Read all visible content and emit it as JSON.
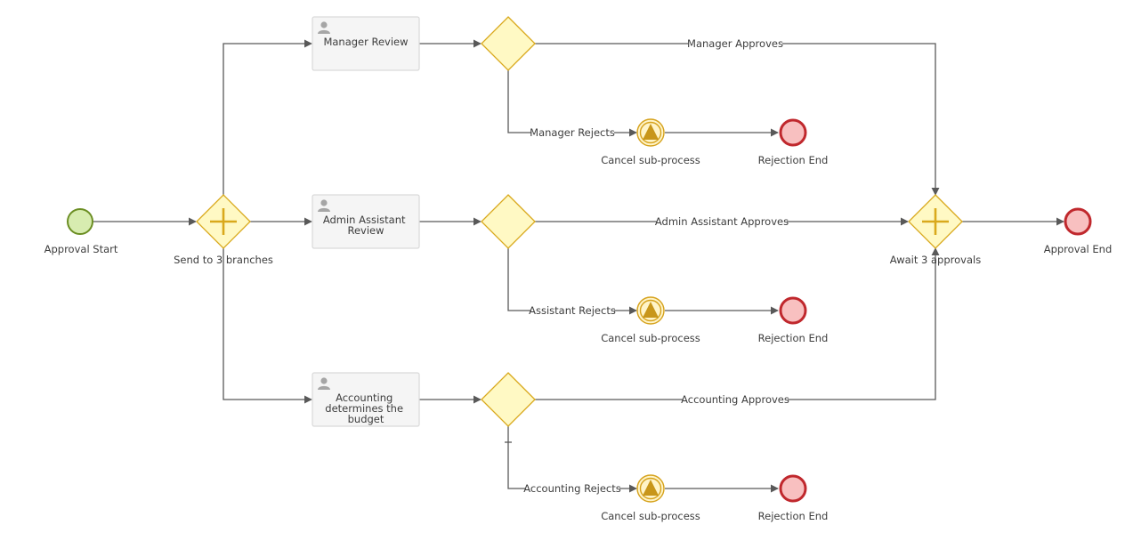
{
  "diagram": {
    "start_event": {
      "label": "Approval Start"
    },
    "split_gateway": {
      "label": "Send to 3 branches"
    },
    "join_gateway": {
      "label": "Await 3 approvals"
    },
    "end_event": {
      "label": "Approval End"
    },
    "branches": [
      {
        "task_label_lines": [
          "Manager Review"
        ],
        "approve_label": "Manager Approves",
        "reject_label": "Manager Rejects",
        "cancel_label": "Cancel sub-process",
        "rejection_end_label": "Rejection End"
      },
      {
        "task_label_lines": [
          "Admin Assistant",
          "Review"
        ],
        "approve_label": "Admin Assistant Approves",
        "reject_label": "Assistant Rejects",
        "cancel_label": "Cancel sub-process",
        "rejection_end_label": "Rejection End"
      },
      {
        "task_label_lines": [
          "Accounting",
          "determines the",
          "budget"
        ],
        "approve_label": "Accounting Approves",
        "reject_label": "Accounting Rejects",
        "cancel_label": "Cancel sub-process",
        "rejection_end_label": "Rejection End"
      }
    ],
    "colors": {
      "task_fill": "#f5f5f5",
      "gateway_fill": "#fff9c4",
      "gateway_stroke": "#d9a91c",
      "start_fill": "#d7ecb0",
      "start_stroke": "#6b8e23",
      "end_fill": "#f8c0c0",
      "end_stroke": "#c0282d",
      "connector": "#595959"
    },
    "icons": [
      "user-icon",
      "parallel-plus-icon",
      "cancel-triangle-icon"
    ]
  }
}
